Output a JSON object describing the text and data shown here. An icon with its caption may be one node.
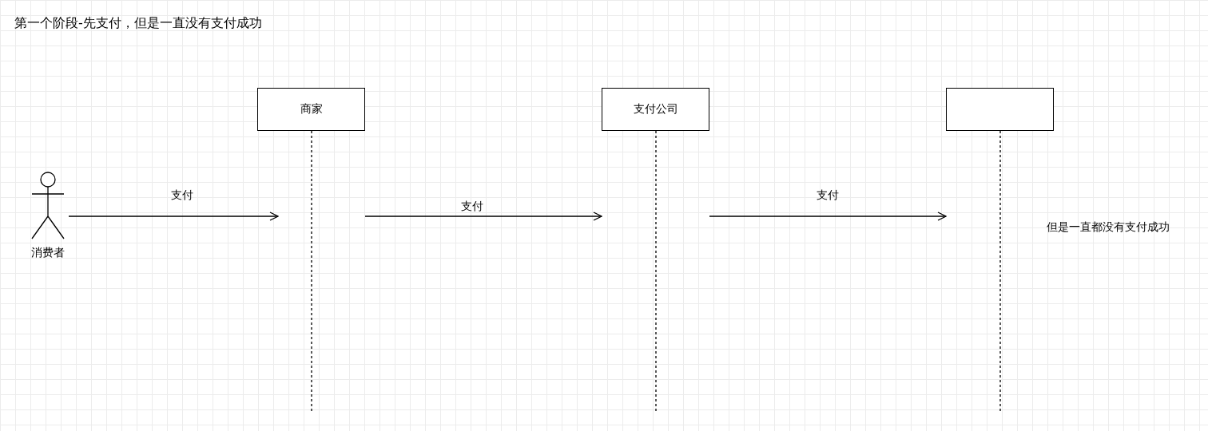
{
  "diagram": {
    "title": "第一个阶段-先支付，但是一直没有支付成功",
    "nodes": [
      {
        "text": [
          "消费者"
        ]
      },
      {
        "text": [
          "商家"
        ]
      },
      {
        "text": [
          "支付公司"
        ]
      },
      {
        "text": [],
        "shape": "box"
      }
    ],
    "edges": [
      {
        "from": 0,
        "to": 1,
        "arrow": "to",
        "label": "支付"
      },
      {
        "from": 1,
        "to": 2,
        "arrow": "to",
        "label": "支付"
      },
      {
        "from": 2,
        "to": 3,
        "arrow": "to",
        "label": "支付"
      }
    ],
    "labels": [
      "但是一直都没有支付成功"
    ]
  }
}
